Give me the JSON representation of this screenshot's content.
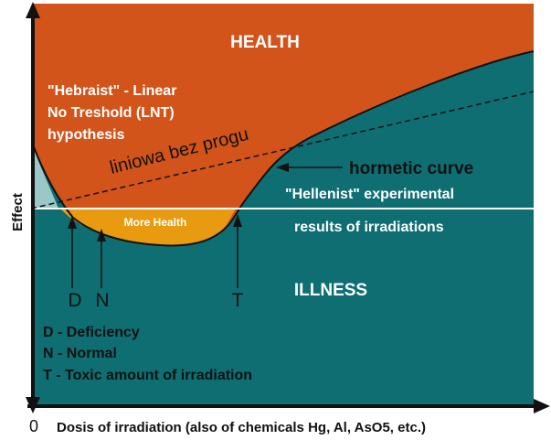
{
  "colors": {
    "health": "#D2541A",
    "illness": "#0E6E72",
    "more_health": "#E89A10",
    "deficiency": "#9AC8C8",
    "axis": "#111111",
    "baseline": "#ffffff",
    "text_light": "#ffffff",
    "text_dark": "#111111"
  },
  "labels": {
    "health": "HEALTH",
    "illness": "ILLNESS",
    "more_health": "More Health",
    "lnt_line1": "\"Hebraist\" - Linear",
    "lnt_line2": "No Treshold (LNT)",
    "lnt_line3": "hypothesis",
    "lnt_polish": "liniowa bez progu",
    "hormetic": "hormetic curve",
    "hellenist_line1": "\"Hellenist\" experimental",
    "hellenist_line2": "results of irradiations",
    "y_axis": "Effect",
    "x_axis": "Dosis of irradiation (also of chemicals Hg, Al, AsO5, etc.)",
    "origin": "0",
    "marker_d": "D",
    "marker_n": "N",
    "marker_t": "T"
  },
  "legend": [
    "D - Deficiency",
    "N - Normal",
    "T - Toxic amount of irradiation"
  ]
}
